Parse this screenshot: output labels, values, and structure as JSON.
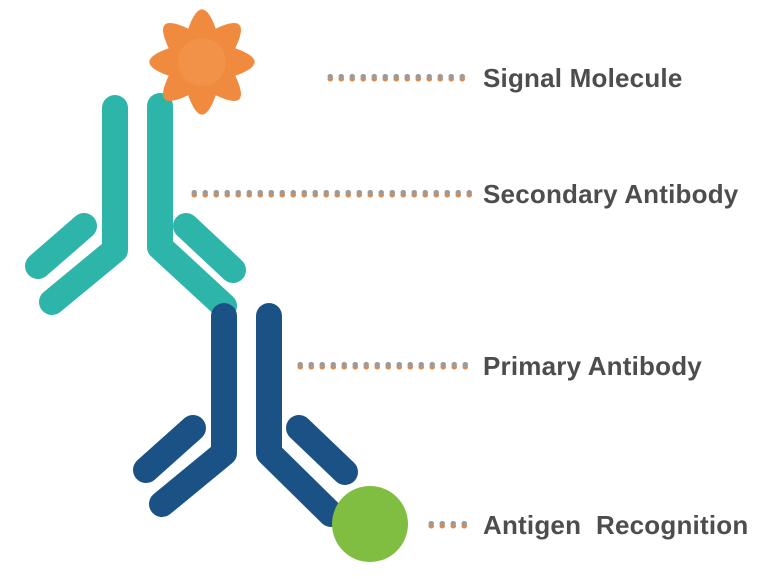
{
  "diagram": {
    "type": "labeled-schematic",
    "subject": "Antibody detection / immunoassay schematic"
  },
  "colors": {
    "background": "#ffffff",
    "signal_molecule": "#F08A3E",
    "signal_molecule_inner": "#F6A05E",
    "secondary_antibody": "#2EB5AA",
    "primary_antibody": "#1B5286",
    "antigen": "#7FBE41",
    "leader_dot_gray": "#9B9B9B",
    "leader_dot_orange": "#DE8A4A",
    "label_text": "#4C4D4F"
  },
  "labels": [
    {
      "id": "signal-molecule",
      "text": "Signal Molecule"
    },
    {
      "id": "secondary-antibody",
      "text": "Secondary Antibody"
    },
    {
      "id": "primary-antibody",
      "text": "Primary Antibody"
    },
    {
      "id": "antigen-recognition",
      "text": "Antigen  Recognition"
    }
  ],
  "legend_targets": [
    {
      "label": "Signal Molecule",
      "shape": "orange starburst"
    },
    {
      "label": "Secondary Antibody",
      "shape": "teal Y-shaped antibody"
    },
    {
      "label": "Primary Antibody",
      "shape": "blue Y-shaped antibody"
    },
    {
      "label": "Antigen  Recognition",
      "shape": "green circle"
    }
  ]
}
